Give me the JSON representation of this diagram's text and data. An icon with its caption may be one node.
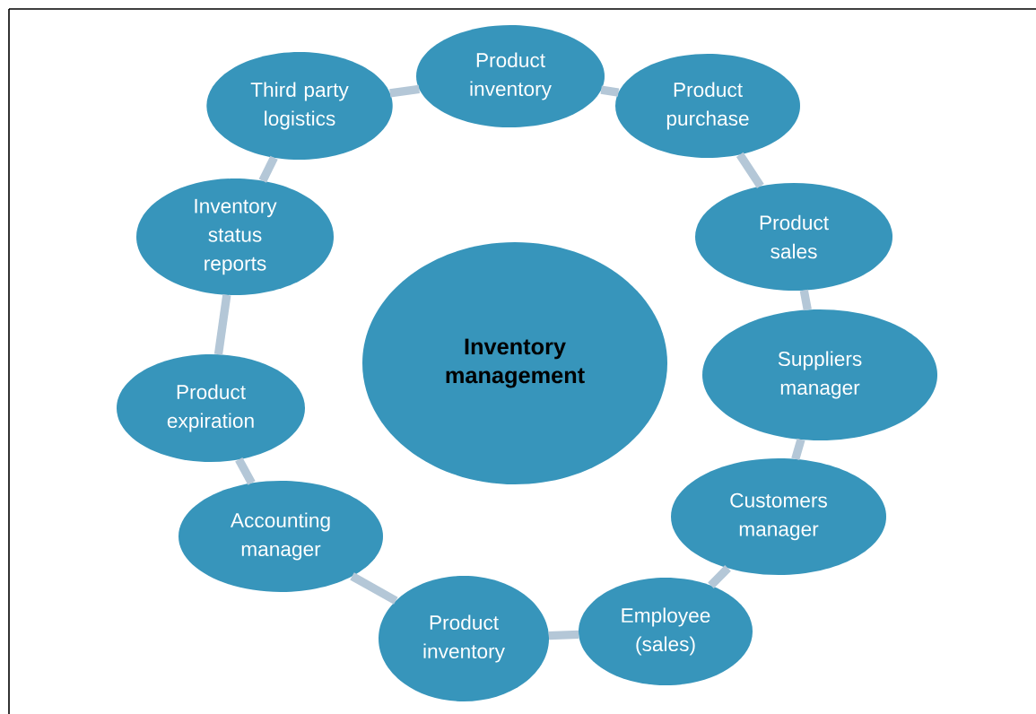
{
  "diagram": {
    "nodes": [
      {
        "text": [
          "Inventory management"
        ]
      },
      {
        "text": [
          "Product inventory"
        ]
      },
      {
        "text": [
          "Product purchase"
        ]
      },
      {
        "text": [
          "Product sales"
        ]
      },
      {
        "text": [
          "Suppliers manager"
        ]
      },
      {
        "text": [
          "Customers manager"
        ]
      },
      {
        "text": [
          "Employee (sales)"
        ]
      },
      {
        "text": [
          "Product inventory"
        ]
      },
      {
        "text": [
          "Accounting manager"
        ]
      },
      {
        "text": [
          "Product expiration"
        ]
      },
      {
        "text": [
          "Inventory status reports"
        ]
      },
      {
        "text": [
          "Third party logistics"
        ]
      }
    ],
    "edges": [
      {
        "from": 1,
        "to": 2,
        "arrow": "none"
      },
      {
        "from": 2,
        "to": 3,
        "arrow": "none"
      },
      {
        "from": 3,
        "to": 4,
        "arrow": "none"
      },
      {
        "from": 4,
        "to": 5,
        "arrow": "none"
      },
      {
        "from": 5,
        "to": 6,
        "arrow": "none"
      },
      {
        "from": 6,
        "to": 7,
        "arrow": "none"
      },
      {
        "from": 7,
        "to": 8,
        "arrow": "none"
      },
      {
        "from": 8,
        "to": 9,
        "arrow": "none"
      },
      {
        "from": 9,
        "to": 10,
        "arrow": "none"
      },
      {
        "from": 10,
        "to": 11,
        "arrow": "none"
      },
      {
        "from": 11,
        "to": 1,
        "arrow": "none"
      }
    ]
  }
}
